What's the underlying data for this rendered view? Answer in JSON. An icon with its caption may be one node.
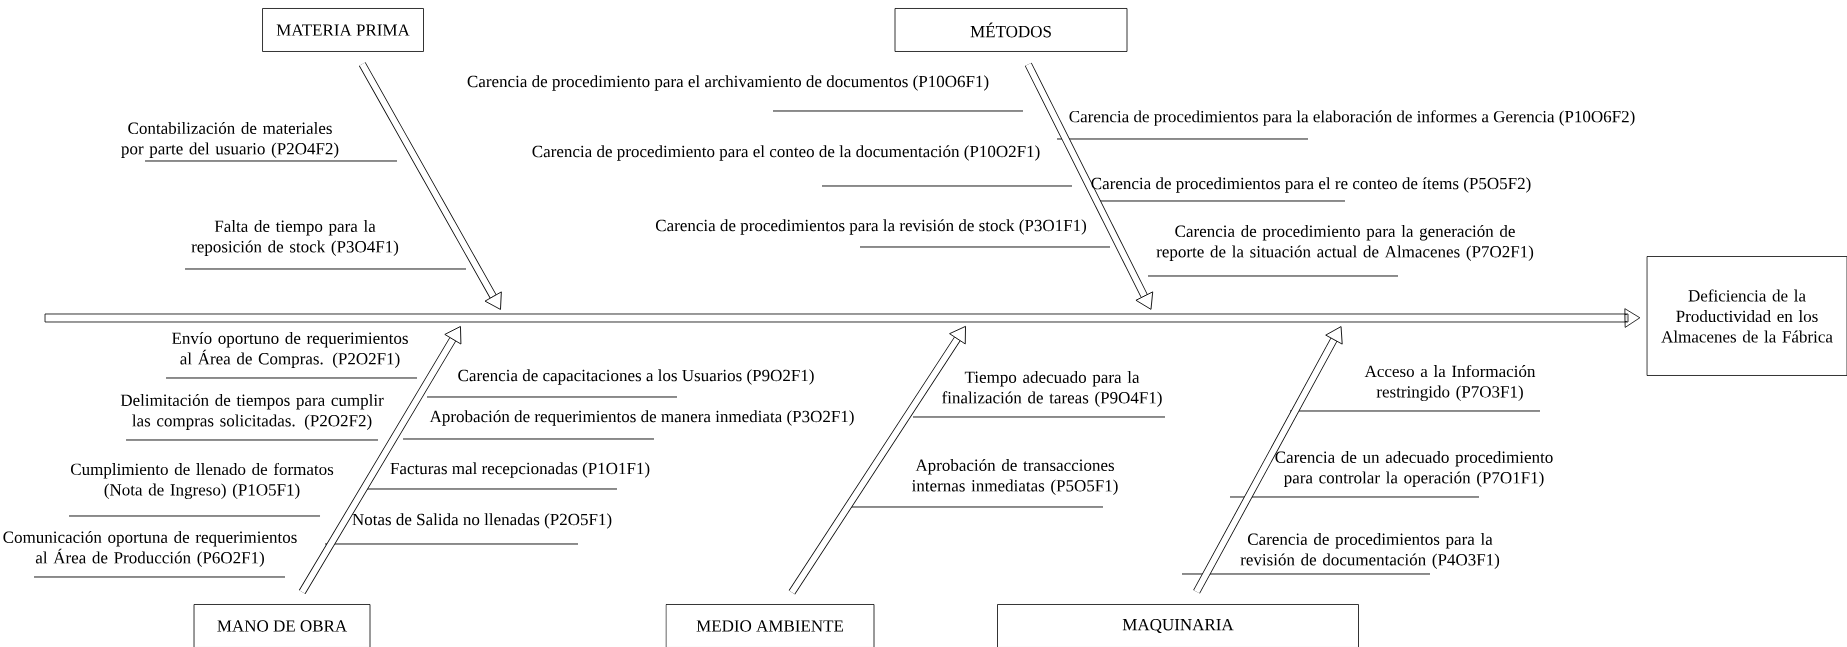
{
  "diagram": {
    "nodes": [
      {
        "text": [
          "MATERIA PRIMA"
        ]
      },
      {
        "text": [
          "MÉTODOS"
        ]
      },
      {
        "text": [],
        "shape": "bar"
      },
      {
        "text": [
          "Deficiencia de la Productividad en los Almacenes de la Fábrica"
        ]
      },
      {
        "text": [
          "MANO DE OBRA"
        ]
      },
      {
        "text": [
          "MEDIO AMBIENTE"
        ]
      },
      {
        "text": [
          "MAQUINARIA"
        ]
      }
    ],
    "edges": [
      {
        "from": 0,
        "to": 2,
        "arrow": "to"
      },
      {
        "from": 1,
        "to": 2,
        "arrow": "to"
      },
      {
        "from": 4,
        "to": 2,
        "arrow": "to"
      },
      {
        "from": 5,
        "to": 2,
        "arrow": "to"
      },
      {
        "from": 6,
        "to": 2,
        "arrow": "to"
      },
      {
        "from": 2,
        "to": 3,
        "arrow": "to"
      }
    ],
    "labels": [
      "Contabilización de materiales por parte del usuario (P2O4F2)",
      "Falta de tiempo para la reposición de stock (P3O4F1)",
      "Carencia de procedimiento para el archivamiento de documentos (P10O6F1)",
      "Carencia de procedimiento para el conteo de la documentación (P10O2F1)",
      "Carencia de procedimientos para la revisión de stock (P3O1F1)",
      "Carencia de procedimientos para la elaboración de informes a Gerencia (P10O6F2)",
      "Carencia de procedimientos para el re conteo de ítems (P5O5F2)",
      "Carencia de procedimiento para la generación de reporte de la situación actual de Almacenes (P7O2F1)",
      "Envío oportuno de requerimientos al Área de Compras. (P2O2F1)",
      "Delimitación de tiempos para cumplir las compras solicitadas. (P2O2F2)",
      "Cumplimiento de llenado de formatos (Nota de Ingreso) (P1O5F1)",
      "Comunicación oportuna de requerimientos al Área de Producción (P6O2F1)",
      "Carencia de capacitaciones a los Usuarios (P9O2F1)",
      "Aprobación de requerimientos de manera inmediata (P3O2F1)",
      "Facturas mal recepcionadas (P1O1F1)",
      "Notas de Salida no llenadas (P2O5F1)",
      "Tiempo adecuado para la finalización de tareas (P9O4F1)",
      "Aprobación de transacciones internas inmediatas (P5O5F1)",
      "Acceso a la Información restringido (P7O3F1)",
      "Carencia de un adecuado procedimiento para controlar la operación (P7O1F1)",
      "Carencia de procedimientos para la revisión de documentación (P4O3F1)"
    ]
  }
}
